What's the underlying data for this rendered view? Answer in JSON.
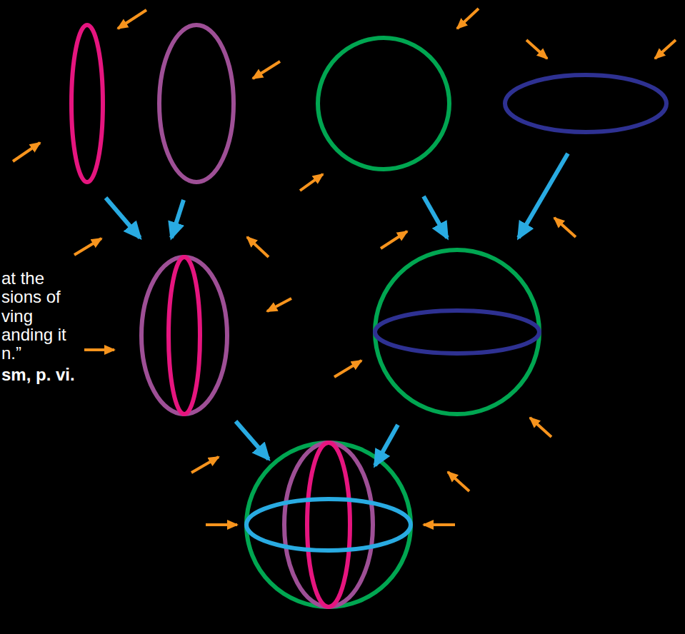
{
  "diagram": {
    "labels": [
      "at the",
      "sions of",
      "ving",
      "anding it",
      "n.”",
      "sm, p. vi."
    ]
  }
}
